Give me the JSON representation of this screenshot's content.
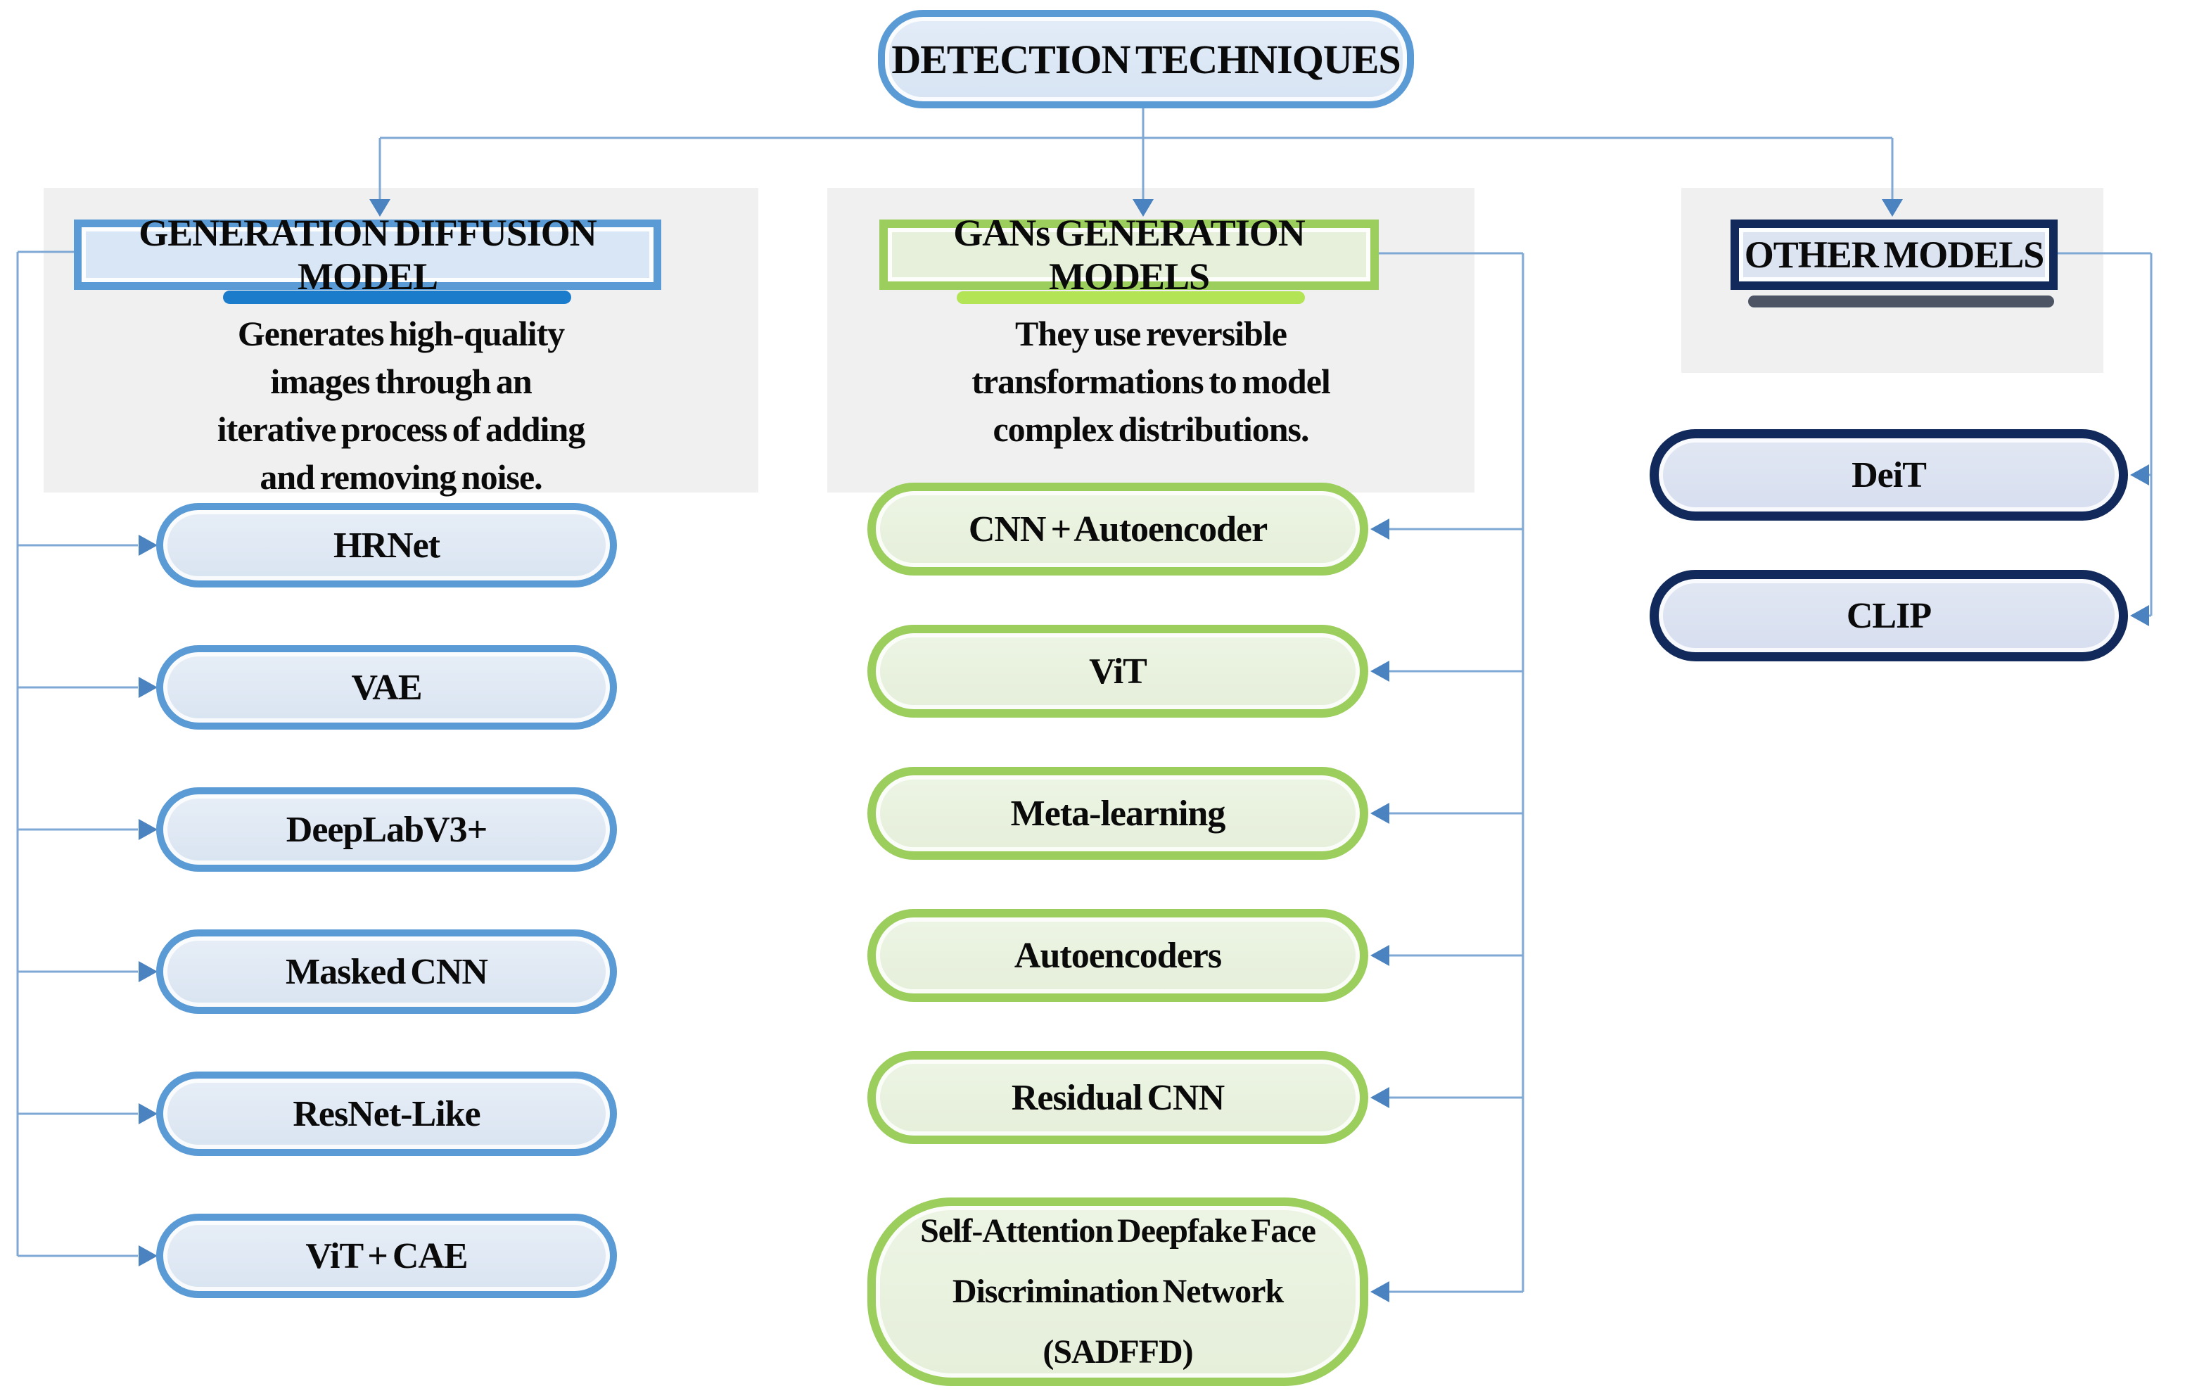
{
  "root": {
    "label": "DETECTION TECHNIQUES"
  },
  "columns": [
    {
      "header": "GENERATION DIFFUSION MODEL",
      "desc_lines": [
        "Generates high-quality",
        "images through an",
        "iterative process of adding",
        "and removing noise."
      ],
      "items": [
        {
          "label": "HRNet"
        },
        {
          "label": "VAE"
        },
        {
          "label": "DeepLabV3+"
        },
        {
          "label": "Masked CNN"
        },
        {
          "label": "ResNet-Like"
        },
        {
          "label": "ViT + CAE"
        }
      ]
    },
    {
      "header": "GANs GENERATION MODELS",
      "desc_lines": [
        "They use reversible",
        "transformations to model",
        "complex distributions."
      ],
      "items": [
        {
          "label": "CNN + Autoencoder"
        },
        {
          "label": "ViT"
        },
        {
          "label": "Meta-learning"
        },
        {
          "label": "Autoencoders"
        },
        {
          "label": "Residual CNN"
        },
        {
          "label": "Self-Attention Deepfake Face Discrimination Network (SADFFD)",
          "lines": [
            "Self-Attention Deepfake Face",
            "Discrimination Network",
            "(SADFFD)"
          ]
        }
      ]
    },
    {
      "header": "OTHER MODELS",
      "items": [
        {
          "label": "DeiT"
        },
        {
          "label": "CLIP"
        }
      ]
    }
  ],
  "colors": {
    "blue-border": "#5B9BD5",
    "blue-fill": "#DEE8F4",
    "blue-underline": "#1B7CCB",
    "green-border": "#9BCE5C",
    "green-fill": "#E9F1DF",
    "green-underline": "#B2E455",
    "navy-border": "#12295B",
    "navy-fill": "#DCE3F1",
    "gray-underline": "#4D5565",
    "panel": "#F0F0F0",
    "line": "#7FA9D4",
    "arrow": "#4A83C0",
    "text": "#0A0A0A"
  }
}
